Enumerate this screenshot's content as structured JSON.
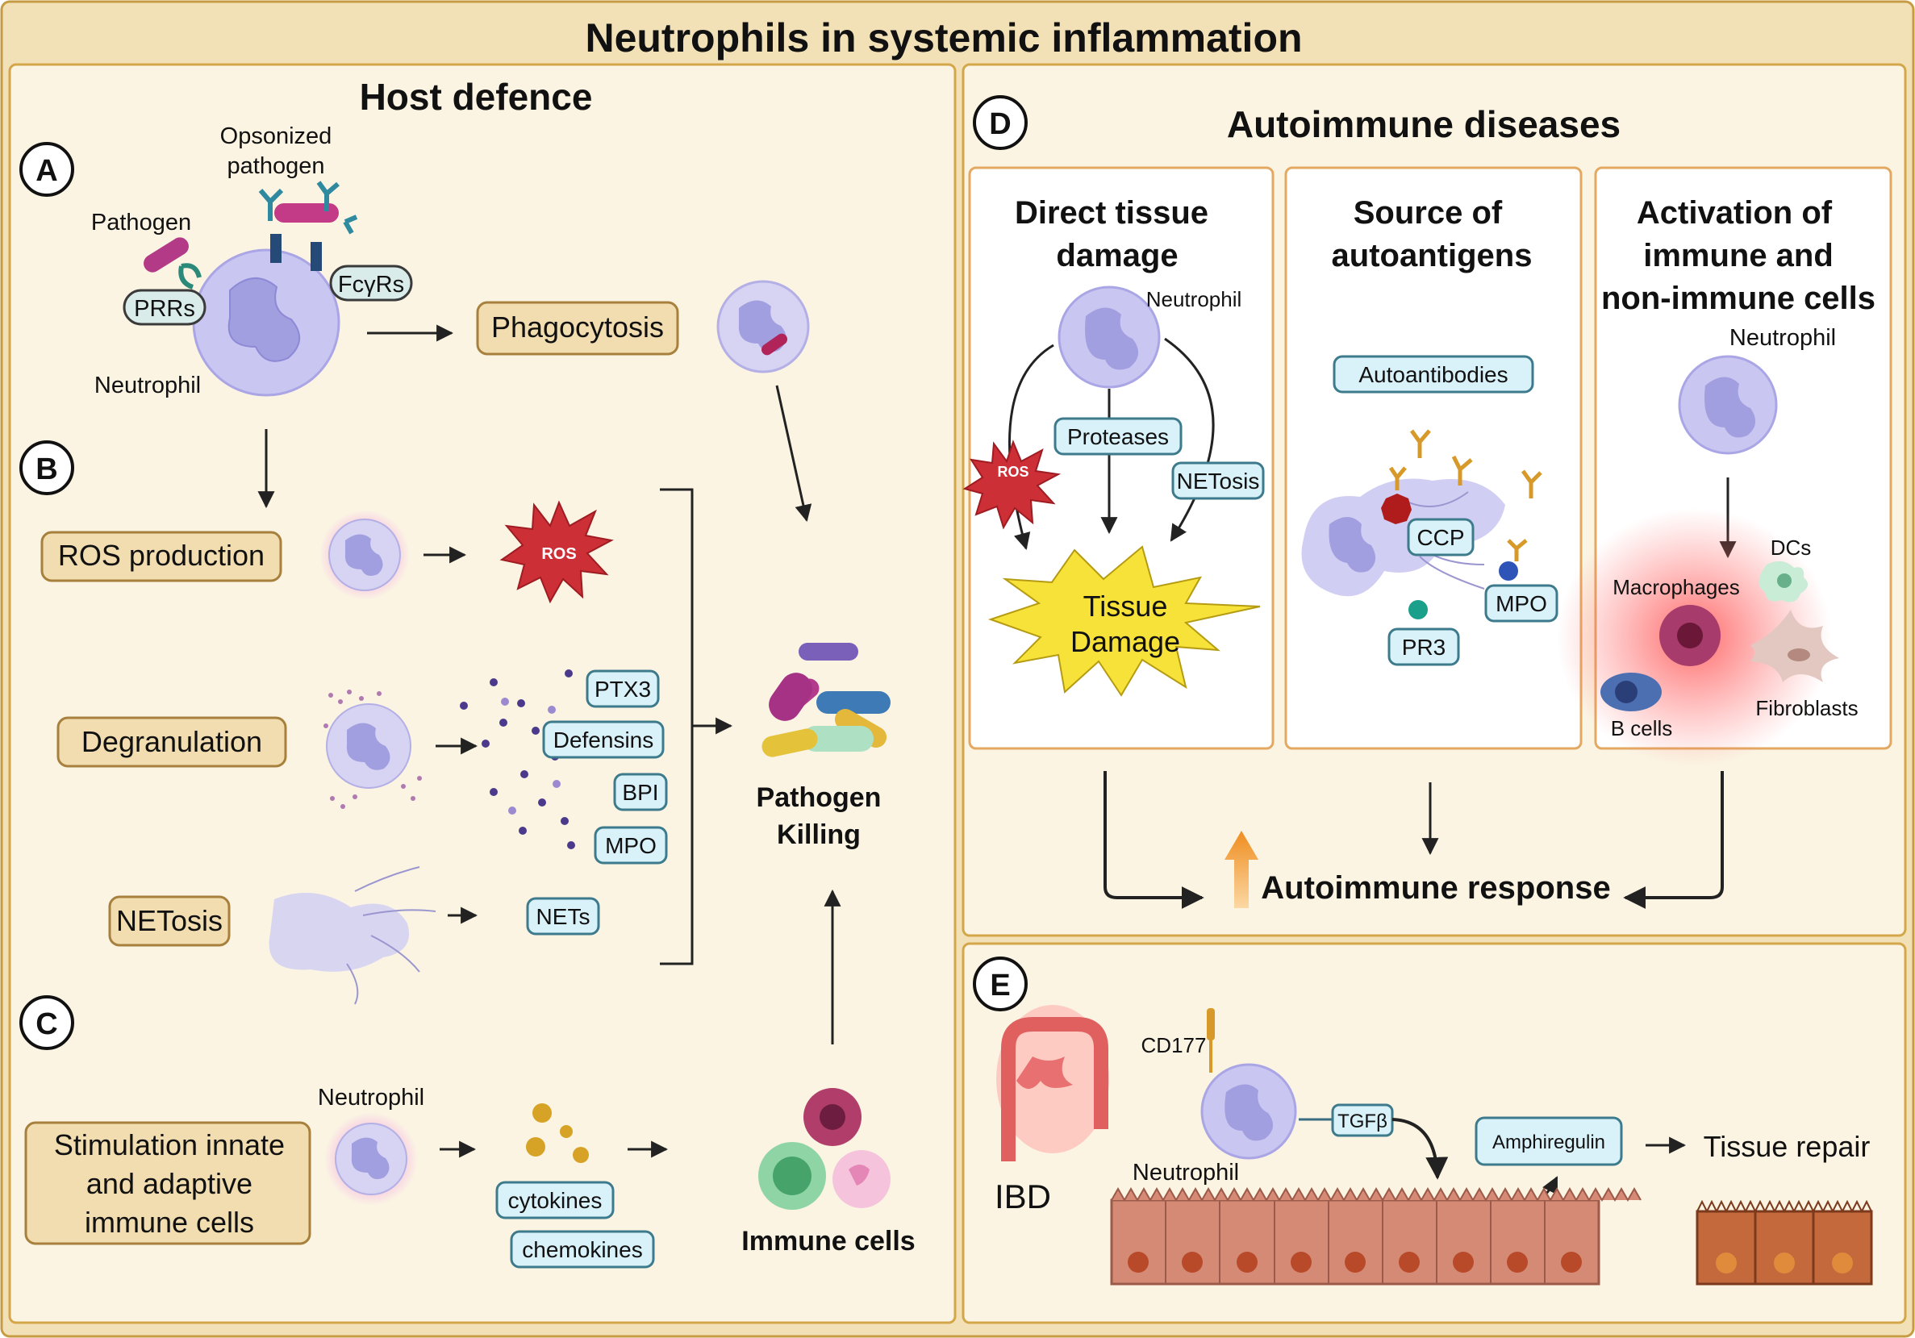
{
  "title": "Neutrophils in systemic inflammation",
  "host_defence": {
    "heading": "Host defence",
    "panel_a": {
      "letter": "A",
      "pathogen": "Pathogen",
      "opsonized": [
        "Opsonized",
        "pathogen"
      ],
      "prrs": "PRRs",
      "fcgrs": "FcγRs",
      "neutrophil": "Neutrophil",
      "phagocytosis": "Phagocytosis"
    },
    "panel_b": {
      "letter": "B",
      "ros_production": "ROS production",
      "ros": "ROS",
      "degranulation": "Degranulation",
      "granule_products": [
        "PTX3",
        "Defensins",
        "BPI",
        "MPO"
      ],
      "netosis": "NETosis",
      "nets": "NETs",
      "pathogen_killing": [
        "Pathogen",
        "Killing"
      ]
    },
    "panel_c": {
      "letter": "C",
      "stimulation": [
        "Stimulation innate",
        "and adaptive",
        "immune cells"
      ],
      "neutrophil": "Neutrophil",
      "cytokines": "cytokines",
      "chemokines": "chemokines",
      "immune_cells": "Immune cells"
    }
  },
  "panel_d": {
    "letter": "D",
    "heading": "Autoimmune diseases",
    "col1": {
      "title": [
        "Direct tissue",
        "damage"
      ],
      "neutrophil": "Neutrophil",
      "ros": "ROS",
      "proteases": "Proteases",
      "netosis": "NETosis",
      "damage": [
        "Tissue",
        "Damage"
      ]
    },
    "col2": {
      "title": [
        "Source of",
        "autoantigens"
      ],
      "autoantibodies": "Autoantibodies",
      "ccp": "CCP",
      "mpo": "MPO",
      "pr3": "PR3"
    },
    "col3": {
      "title": [
        "Activation of",
        "immune and",
        "non-immune cells"
      ],
      "neutrophil": "Neutrophil",
      "macrophages": "Macrophages",
      "dcs": "DCs",
      "b_cells": "B cells",
      "fibroblasts": "Fibroblasts"
    },
    "response": "Autoimmune response"
  },
  "panel_e": {
    "letter": "E",
    "ibd": "IBD",
    "cd177": "CD177",
    "neutrophil": "Neutrophil",
    "tgfb": "TGFβ",
    "amphiregulin": "Amphiregulin",
    "tissue_repair": "Tissue repair"
  },
  "colors": {
    "background": "#fbf4e3",
    "frame": "#d4a64a",
    "neutrophil": "#b6b3ec",
    "label_box": "#d9f1f8",
    "label_stroke": "#3c7a8c",
    "process_box": "#f1ddb0",
    "ros": "#cc2f36",
    "damage": "#f7e23a",
    "arrow_orange": "#f0962c"
  }
}
